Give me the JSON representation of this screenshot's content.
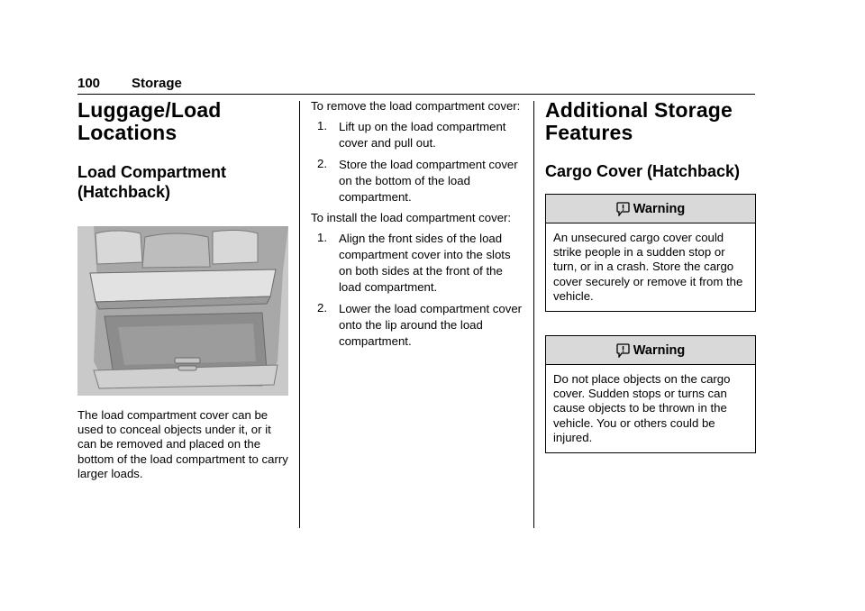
{
  "header": {
    "page_number": "100",
    "section": "Storage"
  },
  "col1": {
    "title": "Luggage/Load Locations",
    "subtitle": "Load Compartment (Hatchback)",
    "body": "The load compartment cover can be used to conceal objects under it, or it can be removed and placed on the bottom of the load compartment to carry larger loads."
  },
  "col2": {
    "remove_intro": "To remove the load compartment cover:",
    "remove_steps": [
      {
        "num": "1.",
        "text": "Lift up on the load compartment cover and pull out."
      },
      {
        "num": "2.",
        "text": "Store the load compartment cover on the bottom of the load compartment."
      }
    ],
    "install_intro": "To install the load compartment cover:",
    "install_steps": [
      {
        "num": "1.",
        "text": "Align the front sides of the load compartment cover into the slots on both sides at the front of the load compartment."
      },
      {
        "num": "2.",
        "text": "Lower the load compartment cover onto the lip around the load compartment."
      }
    ]
  },
  "col3": {
    "title": "Additional Storage Features",
    "subtitle": "Cargo Cover (Hatchback)",
    "warnings": [
      {
        "label": "Warning",
        "icon": "warning-icon",
        "text": "An unsecured cargo cover could strike people in a sudden stop or turn, or in a crash. Store the cargo cover securely or remove it from the vehicle."
      },
      {
        "label": "Warning",
        "icon": "warning-icon",
        "text": "Do not place objects on the cargo cover. Sudden stops or turns can cause objects to be thrown in the vehicle. You or others could be injured."
      }
    ]
  },
  "colors": {
    "warning_header_bg": "#d9d9d9",
    "photo_bg": "#a8a8a8"
  }
}
